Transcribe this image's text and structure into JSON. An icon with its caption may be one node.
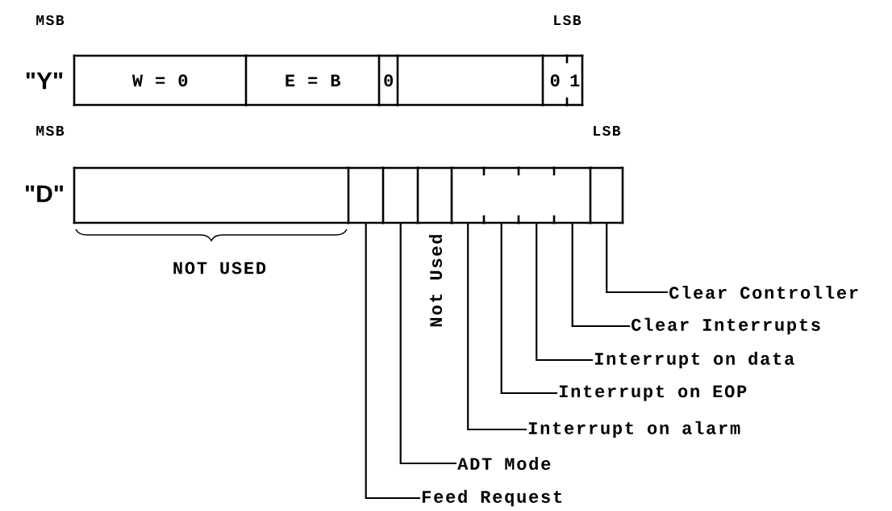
{
  "diagram": {
    "nodes": [
      {
        "text": [
          "W = 0"
        ]
      },
      {
        "text": [
          "E = B"
        ]
      },
      {
        "text": [
          "0"
        ]
      },
      {
        "text": [],
        "shape": "box"
      },
      {
        "text": [
          "0"
        ]
      },
      {
        "text": [
          "1"
        ]
      },
      {
        "text": [],
        "shape": "box",
        "beside": [
          "NOT USED"
        ]
      },
      {
        "text": [],
        "shape": "box"
      },
      {
        "text": [],
        "shape": "box"
      },
      {
        "text": [],
        "shape": "box",
        "beside": [
          "Not Used"
        ]
      },
      {
        "text": [],
        "shape": "box"
      },
      {
        "text": [],
        "shape": "box"
      },
      {
        "text": [],
        "shape": "box"
      },
      {
        "text": [],
        "shape": "box"
      },
      {
        "text": [],
        "shape": "box"
      },
      {
        "text": [
          "Clear Controller"
        ]
      },
      {
        "text": [
          "Clear Interrupts"
        ]
      },
      {
        "text": [
          "Interrupt on data"
        ]
      },
      {
        "text": [
          "Interrupt on EOP"
        ]
      },
      {
        "text": [
          "Interrupt on alarm"
        ]
      },
      {
        "text": [
          "ADT Mode"
        ]
      },
      {
        "text": [
          "Feed Request"
        ]
      }
    ],
    "edges": [
      {
        "from": 15,
        "to": 14,
        "arrow": "none"
      },
      {
        "from": 16,
        "to": 13,
        "arrow": "none"
      },
      {
        "from": 17,
        "to": 12,
        "arrow": "none"
      },
      {
        "from": 18,
        "to": 11,
        "arrow": "none"
      },
      {
        "from": 19,
        "to": 10,
        "arrow": "none"
      },
      {
        "from": 20,
        "to": 8,
        "arrow": "none"
      },
      {
        "from": 21,
        "to": 7,
        "arrow": "none"
      }
    ],
    "labels": [
      "MSB",
      "LSB",
      "\"Y\"",
      "MSB",
      "LSB",
      "\"D\""
    ]
  }
}
